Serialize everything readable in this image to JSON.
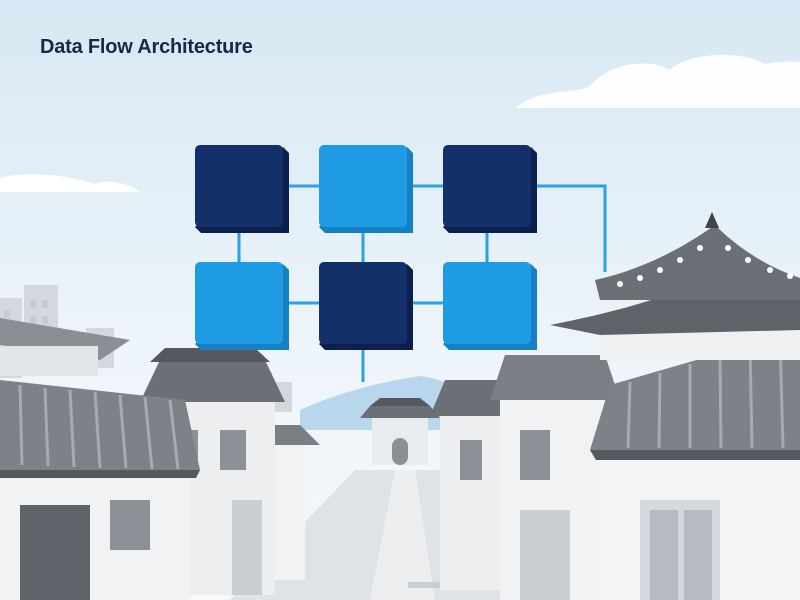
{
  "diagram": {
    "title": "Data Flow Architecture",
    "nodes": [
      {
        "id": "n1",
        "shade": "dark"
      },
      {
        "id": "n2",
        "shade": "light"
      },
      {
        "id": "n3",
        "shade": "dark"
      },
      {
        "id": "n4",
        "shade": "light"
      },
      {
        "id": "n5",
        "shade": "dark"
      },
      {
        "id": "n6",
        "shade": "light"
      }
    ],
    "edges": [
      {
        "from": "n1",
        "to": "n2"
      },
      {
        "from": "n2",
        "to": "n3"
      },
      {
        "from": "n4",
        "to": "n5"
      },
      {
        "from": "n5",
        "to": "n6"
      },
      {
        "from": "n1",
        "to": "n4"
      },
      {
        "from": "n2",
        "to": "n5"
      },
      {
        "from": "n3",
        "to": "n6"
      }
    ]
  },
  "colors": {
    "node_dark": "#14306a",
    "node_light": "#1f9be4",
    "connector": "#2aa0e8",
    "title": "#152a4a",
    "sky": "#e3eef6",
    "roof_gray": "#6b6f76",
    "wall": "#f1f2f4"
  },
  "icons": {
    "background": "hanok-street-illustration"
  }
}
